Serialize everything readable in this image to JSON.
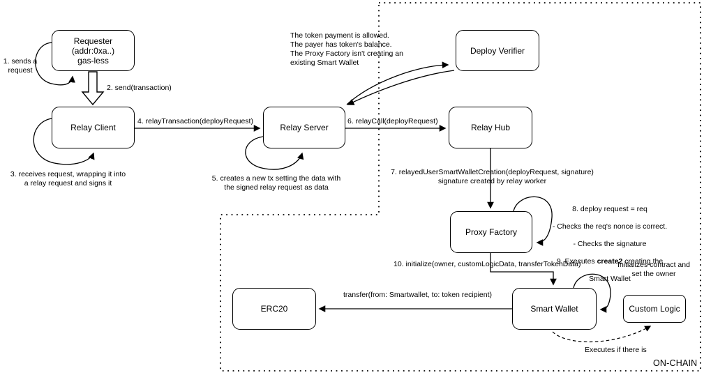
{
  "boxes": {
    "requester": "Requester\n(addr:0xa..)\ngas-less",
    "relay_client": "Relay Client",
    "relay_server": "Relay Server",
    "deploy_verifier": "Deploy Verifier",
    "relay_hub": "Relay Hub",
    "proxy_factory": "Proxy Factory",
    "erc20": "ERC20",
    "smart_wallet": "Smart Wallet",
    "custom_logic": "Custom Logic"
  },
  "annotations": {
    "step1": "1. sends a\nrequest",
    "step2": "2. send(transaction)",
    "step3": "3. receives request, wrapping it into\na relay request and signs it",
    "step4": "4. relayTransaction(deployRequest)",
    "step5": "5. creates a new tx setting the data with\nthe signed relay request as data",
    "step6": "6. relayCall(deployRequest)",
    "step7": "7. relayedUserSmartWalletCreation(deployRequest, signature)\nsignature created by relay worker",
    "verifier_note": "The token payment is allowed.\nThe payer has token's balance.\nThe Proxy Factory isn't creating an\nexisting Smart Wallet",
    "step8_line1": "8. deploy request = req",
    "step8_line2": "- Checks the req's nonce is correct.",
    "step8_line3": "- Checks the signature",
    "step9_pre": "9. Executes ",
    "step9_bold": "create2",
    "step9_post": " creating the",
    "step9_line2": "Smart Wallet",
    "step10": "10. initialize(owner, customLogicData, transferTokenData)",
    "init_note": "Initializes contract and\nset the owner",
    "transfer_label": "transfer(from: Smartwallet, to: token recipient)",
    "executes_note": "Executes if there is",
    "onchain_label": "ON-CHAIN"
  },
  "colors": {
    "stroke": "#000000",
    "background": "#ffffff"
  }
}
